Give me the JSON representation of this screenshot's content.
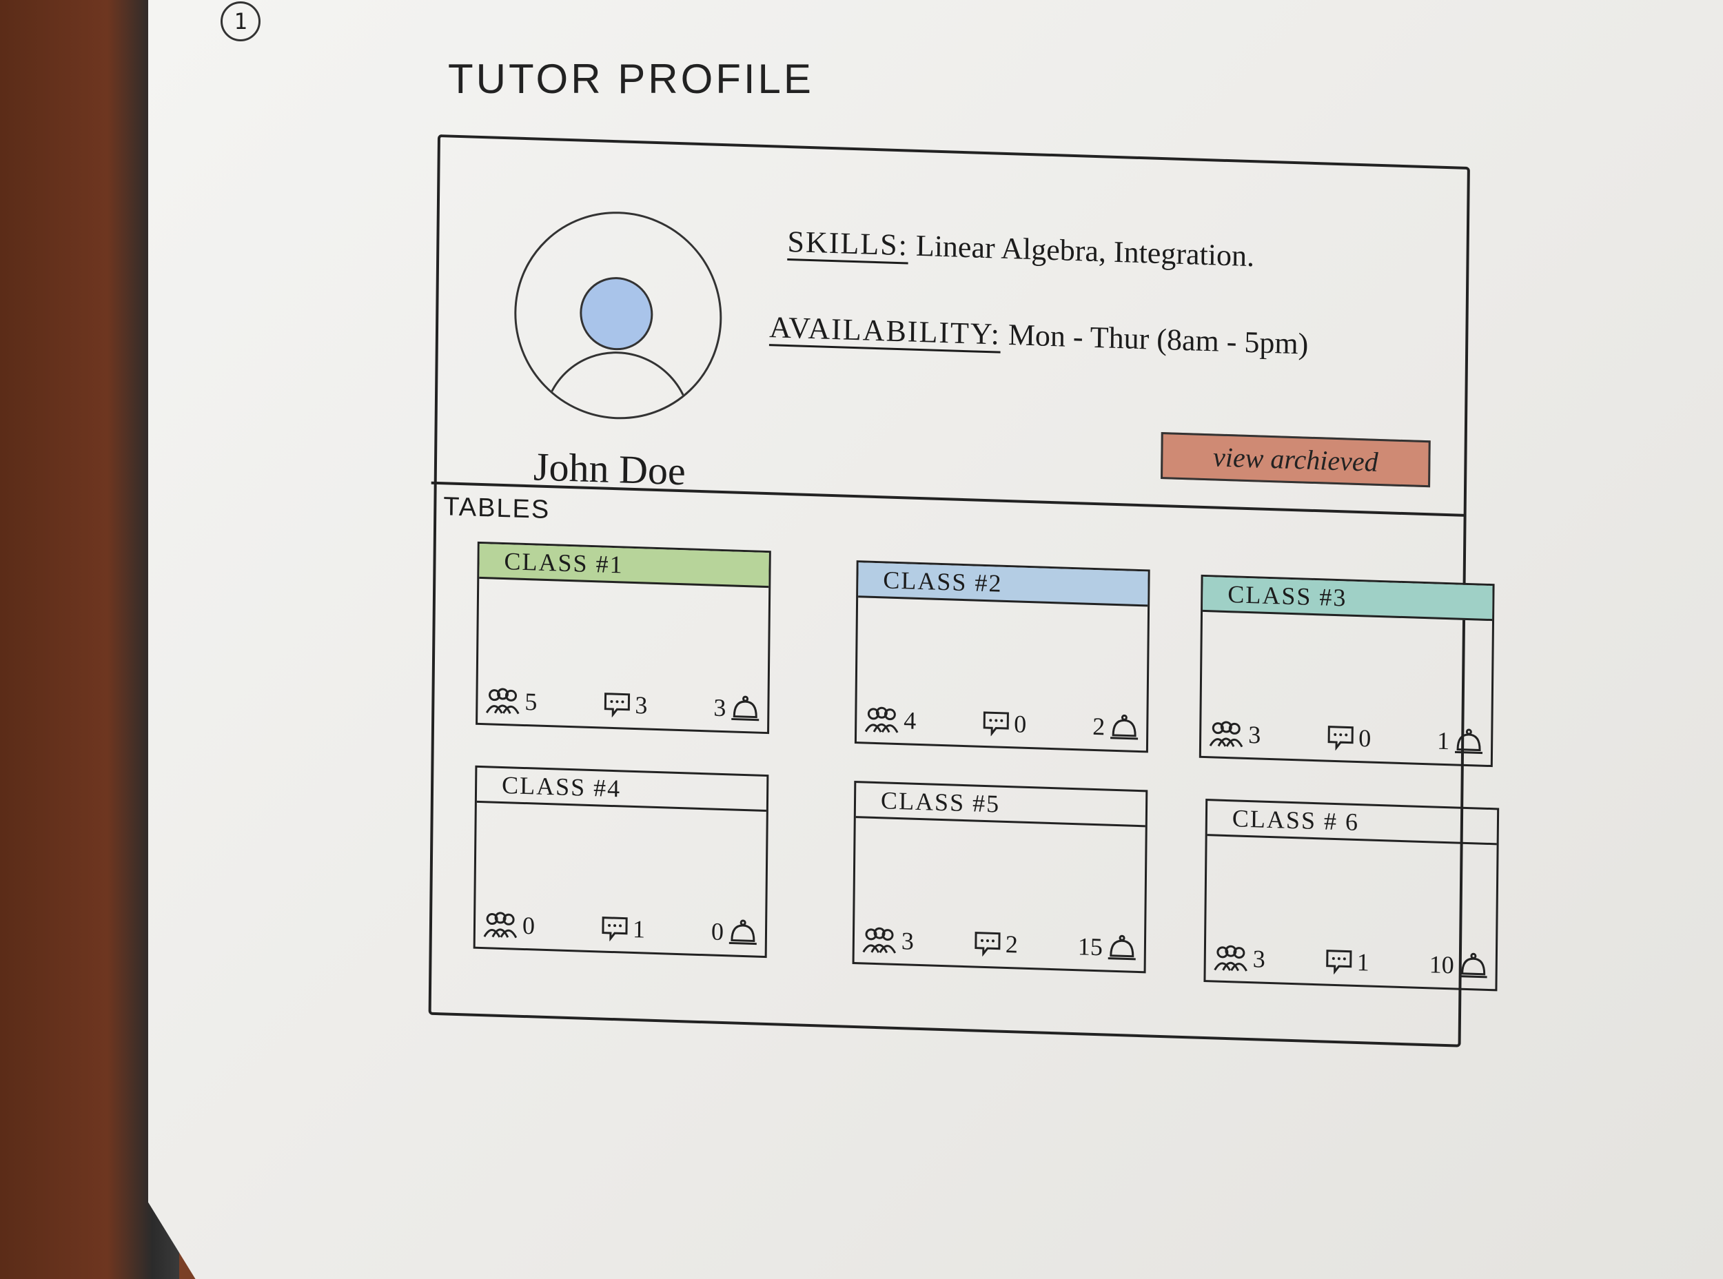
{
  "page_number": "1",
  "page_title": "TUTOR PROFILE",
  "profile": {
    "name": "John Doe",
    "skills_label": "SKILLS:",
    "skills_value": "Linear Algebra, Integration.",
    "availability_label": "AVAILABILITY:",
    "availability_value": "Mon - Thur (8am - 5pm)",
    "view_archived_label": "view archieved"
  },
  "colors": {
    "avatar_head": "#a9c4ea",
    "archived_button": "#cf8a74",
    "class1": "#b7d49a",
    "class2": "#b4cde4",
    "class3": "#9fd0c6"
  },
  "tables": {
    "label": "TABLES",
    "classes": [
      {
        "name": "CLASS #1",
        "students": "5",
        "messages": "3",
        "requests": "3",
        "accent": "#b7d49a"
      },
      {
        "name": "CLASS #2",
        "students": "4",
        "messages": "0",
        "requests": "2",
        "accent": "#b4cde4"
      },
      {
        "name": "CLASS #3",
        "students": "3",
        "messages": "0",
        "requests": "1",
        "accent": "#9fd0c6"
      },
      {
        "name": "CLASS #4",
        "students": "0",
        "messages": "1",
        "requests": "0",
        "accent": ""
      },
      {
        "name": "CLASS #5",
        "students": "3",
        "messages": "2",
        "requests": "15",
        "accent": ""
      },
      {
        "name": "CLASS # 6",
        "students": "3",
        "messages": "1",
        "requests": "10",
        "accent": ""
      }
    ]
  },
  "icons": {
    "students": "people-icon",
    "messages": "chat-bubble-icon",
    "requests": "service-bell-icon"
  }
}
